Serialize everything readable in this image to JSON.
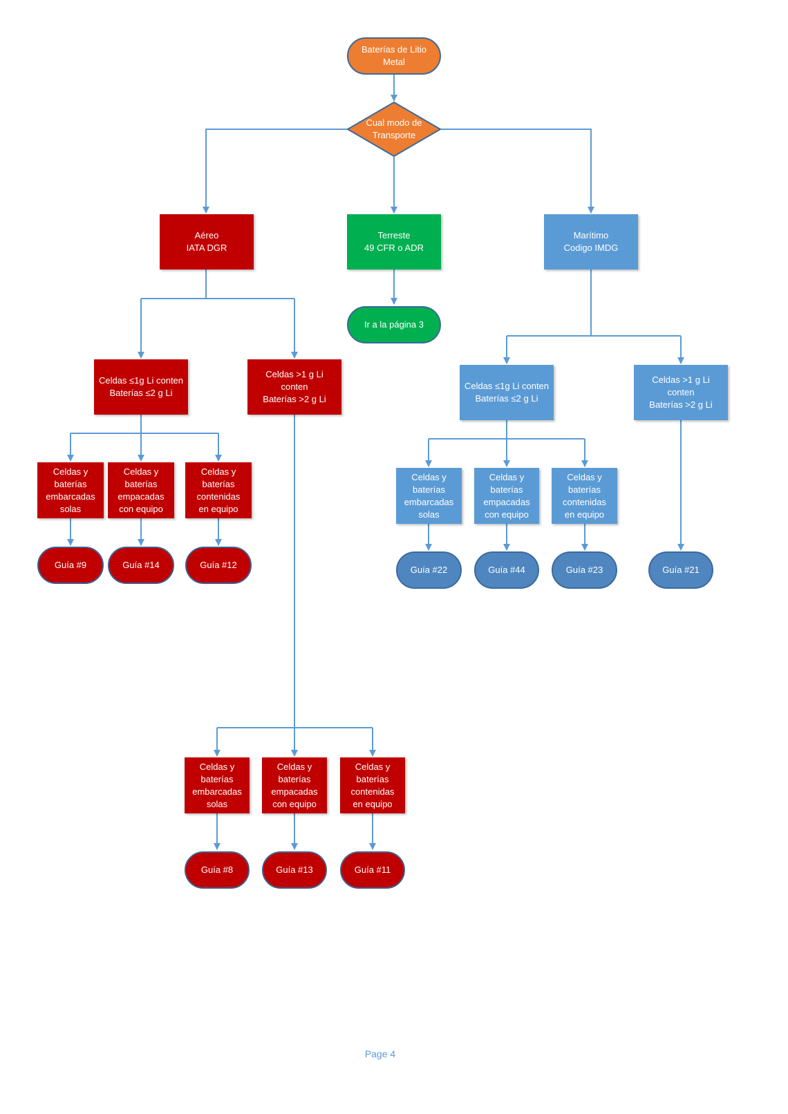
{
  "diagram": {
    "start": "Baterías de Litio\nMetal",
    "decision": "Cual modo de\nTransporte",
    "air": {
      "mode": "Aéreo\nIATA DGR",
      "small": "Celdas ≤1g Li conten\nBaterías ≤2 g Li",
      "large": "Celdas >1 g Li\nconten\nBaterías >2 g Li",
      "small_types": [
        "Celdas  y\nbaterías\nembarcadas\nsolas",
        "Celdas  y\nbaterías\nempacadas\ncon equipo",
        "Celdas  y\nbaterías\ncontenidas\nen equipo"
      ],
      "small_guides": [
        "Guía #9",
        "Guía #14",
        "Guía #12"
      ],
      "large_types": [
        "Celdas  y\nbaterías\nembarcadas\nsolas",
        "Celdas  y\nbaterías\nempacadas\ncon equipo",
        "Celdas  y\nbaterías\ncontenidas\nen equipo"
      ],
      "large_guides": [
        "Guía #8",
        "Guía #13",
        "Guía #11"
      ]
    },
    "ground": {
      "mode": "Terreste\n49 CFR o ADR",
      "next": "Ir a la página 3"
    },
    "sea": {
      "mode": "Marítimo\nCodigo IMDG",
      "small": "Celdas ≤1g Li conten\nBaterías ≤2 g Li",
      "large": "Celdas >1 g Li\nconten\nBaterías >2 g Li",
      "small_types": [
        "Celdas  y\nbaterías\nembarcadas\nsolas",
        "Celdas  y\nbaterías\nempacadas\ncon equipo",
        "Celdas  y\nbaterías\ncontenidas\nen equipo"
      ],
      "small_guides": [
        "Guía #22",
        "Guía #44",
        "Guía #23"
      ],
      "large_guide": "Guía #21"
    }
  },
  "colors": {
    "air": "#c00000",
    "ground": "#00b050",
    "sea": "#5b9bd5",
    "start": "#ed7d31",
    "connector": "#5b9bd5"
  },
  "footer": {
    "page": "Page 4"
  }
}
